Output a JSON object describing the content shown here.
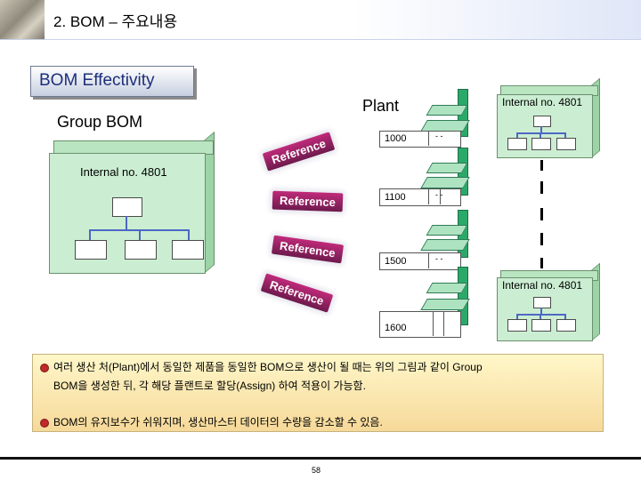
{
  "header": {
    "title": "2. BOM – 주요내용"
  },
  "section_title": "BOM Effectivity",
  "group_bom": {
    "label": "Group BOM",
    "internal_label": "Internal no. 4801"
  },
  "plant_label": "Plant",
  "references": [
    "Reference",
    "Reference",
    "Reference",
    "Reference"
  ],
  "plants": [
    {
      "number": "1000",
      "pin": "- -"
    },
    {
      "number": "1100",
      "pin": "- -"
    },
    {
      "number": "1500",
      "pin": "- -"
    },
    {
      "number": "1600",
      "pin": ""
    }
  ],
  "plant_boms": [
    {
      "internal_label": "Internal no. 4801"
    },
    {
      "internal_label": "Internal no. 4801"
    }
  ],
  "notes": [
    "여러 생산 처(Plant)에서 동일한 제품을 동일한 BOM으로 생산이 될 때는 위의 그림과  같이 Group",
    "BOM을 생성한 뒤,  각 해당 플랜트로 할당(Assign) 하여 적용이 가능함.",
    "BOM의 유지보수가 쉬워지며, 생산마스터 데이터의 수량을 감소할 수 있음."
  ],
  "footer": {
    "page_number": "58"
  },
  "colors": {
    "accent": "#1d2f7a",
    "bom_green": "#cbeed2",
    "plant_green": "#2aa96a",
    "reference": "#c02a7a",
    "tree_line": "#4d67c4",
    "note_bg": "#fff7c9",
    "bullet": "#c02a2a"
  }
}
